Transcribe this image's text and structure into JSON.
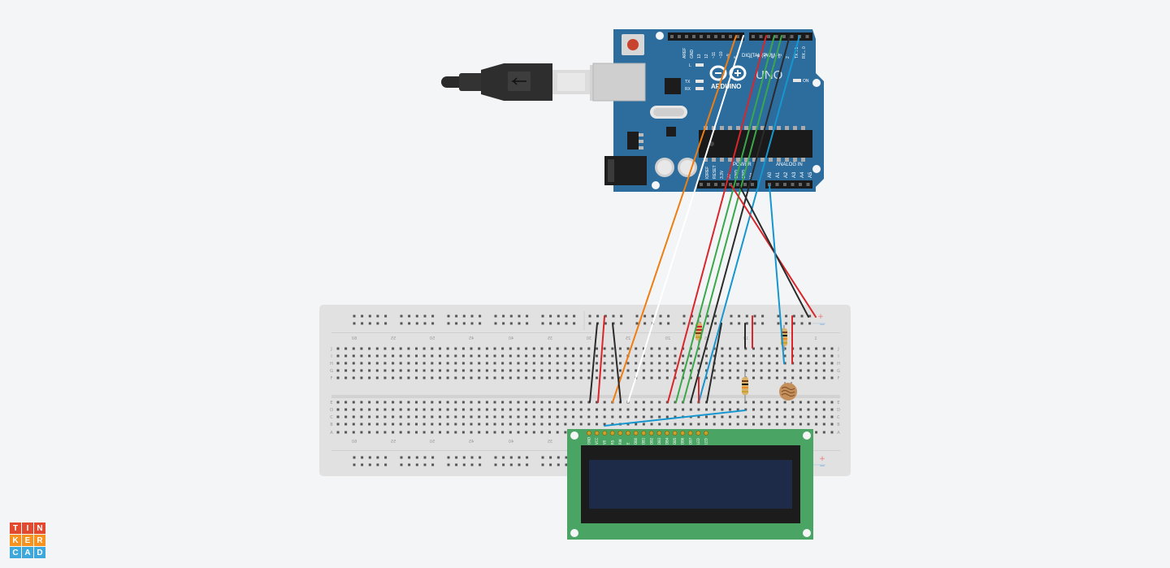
{
  "app": {
    "logo_letters": [
      "T",
      "I",
      "N",
      "K",
      "E",
      "R",
      "C",
      "A",
      "D"
    ],
    "logo_colors": [
      "#e2492f",
      "#e2492f",
      "#e2492f",
      "#f7921e",
      "#f7921e",
      "#f7921e",
      "#3ea7dc",
      "#3ea7dc",
      "#3ea7dc"
    ]
  },
  "arduino": {
    "brand": "ARDUINO",
    "model": "UNO",
    "digital_label": "DIGITAL (PWM~)",
    "power_label": "POWER",
    "analog_label": "ANALOG IN",
    "on_label": "ON",
    "led_labels": [
      "L",
      "TX",
      "RX"
    ],
    "top_pin_labels": [
      "AREF",
      "GND",
      "13",
      "12",
      "~11",
      "~10",
      "~9",
      "8",
      "7",
      "~6",
      "~5",
      "4",
      "~3",
      "2",
      "TX→1",
      "RX←0"
    ],
    "power_pins": [
      "IOREF",
      "RESET",
      "3.3V",
      "5V",
      "GND",
      "GND",
      "Vin"
    ],
    "analog_pins": [
      "A0",
      "A1",
      "A2",
      "A3",
      "A4",
      "A5"
    ],
    "color": "#2c6d9e"
  },
  "breadboard": {
    "top_numbers": [
      "60",
      "55",
      "50",
      "45",
      "40",
      "35",
      "30",
      "25",
      "20",
      "15",
      "10",
      "5",
      "1"
    ],
    "bottom_numbers": [
      "60",
      "55",
      "50",
      "45",
      "40",
      "35"
    ],
    "row_letters_top": [
      "J",
      "I",
      "H",
      "G",
      "F"
    ],
    "row_letters_bottom": [
      "E",
      "D",
      "C",
      "B",
      "A"
    ],
    "plus_sign": "+",
    "minus_sign": "−"
  },
  "lcd": {
    "pin_labels": [
      "GND",
      "VCC",
      "V0",
      "RS",
      "RW",
      "E",
      "DB0",
      "DB1",
      "DB2",
      "DB3",
      "DB4",
      "DB5",
      "DB6",
      "DB7",
      "LED",
      "LED"
    ],
    "board_color": "#4aa564",
    "screen_color": "#1d2a48"
  },
  "wire_colors": {
    "red": "#d9262b",
    "black": "#2b2b2b",
    "green": "#3aa84a",
    "blue": "#1696cf",
    "orange": "#ee7d12",
    "white": "#ffffff"
  }
}
